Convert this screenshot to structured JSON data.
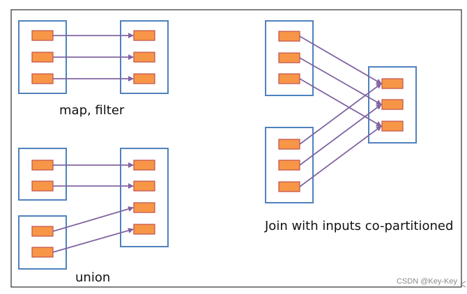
{
  "captions": {
    "map_filter": "map, filter",
    "union": "union",
    "join": "Join with inputs co-partitioned"
  },
  "watermark": "CSDN @Key-Key",
  "colors": {
    "partition_fill": "#F79646",
    "partition_stroke": "#C0504D",
    "group_stroke": "#4F81BD",
    "arrow": "#8064A2",
    "frame": "#000000"
  },
  "panels": [
    "map-filter",
    "union",
    "join-co-partitioned"
  ]
}
